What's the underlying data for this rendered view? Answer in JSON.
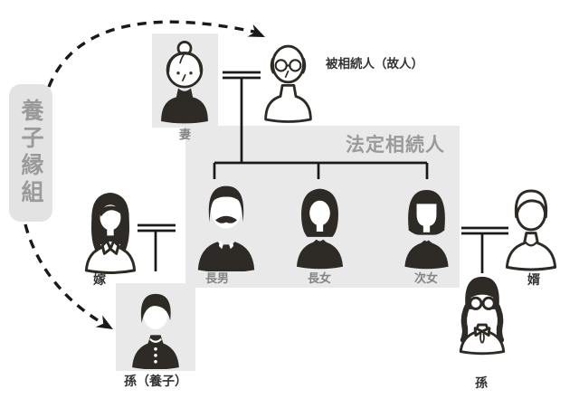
{
  "figure": {
    "type": "family-tree-inheritance-diagram",
    "adoption_tag": "養子縁組",
    "legal_heirs_label": "法定相続人",
    "persons": {
      "wife": {
        "label": "妻",
        "icon": "elderly-woman-icon"
      },
      "deceased": {
        "label": "被相続人（故人）",
        "icon": "elderly-man-glasses-icon"
      },
      "eldest_son": {
        "label": "長男",
        "icon": "mustache-man-icon"
      },
      "eldest_daughter": {
        "label": "長女",
        "icon": "long-hair-woman-icon"
      },
      "second_daughter": {
        "label": "次女",
        "icon": "bob-hair-woman-icon"
      },
      "daughter_in_law": {
        "label": "嫁",
        "icon": "long-hair-woman-shirt-icon"
      },
      "son_in_law": {
        "label": "婿",
        "icon": "young-man-outline-icon"
      },
      "adopted_grandchild": {
        "label": "孫（養子）",
        "icon": "school-boy-icon"
      },
      "grandchild": {
        "label": "孫",
        "icon": "braids-glasses-girl-icon"
      }
    },
    "colors": {
      "panel_gray": "#e9e9e9",
      "tag_gray": "#e3e3e3",
      "ink": "#2e2a26",
      "connector_line": "#1a1a1a",
      "muted_text": "#848484",
      "dark_text": "#333333"
    }
  }
}
